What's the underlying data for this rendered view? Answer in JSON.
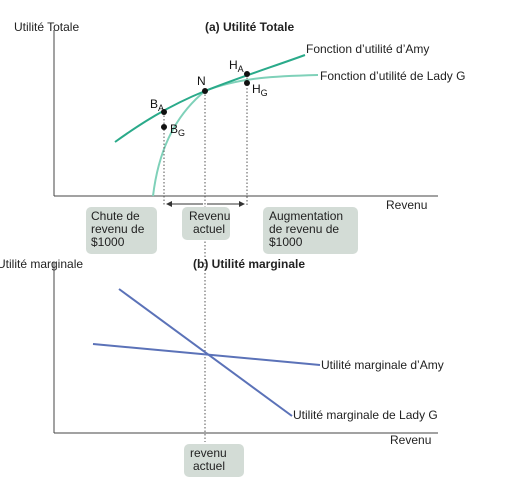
{
  "top": {
    "title": "(a) Utilité Totale",
    "y_label": "Utilité Totale",
    "x_label": "Revenu",
    "curve_amy": "Fonction d’utilité d’Amy",
    "curve_ladyg": "Fonction d’utilité de Lady G",
    "point_n": "N",
    "point_ba": "B",
    "point_ba_sub": "A",
    "point_bg": "B",
    "point_bg_sub": "G",
    "point_ha": "H",
    "point_ha_sub": "A",
    "point_hg": "H",
    "point_hg_sub": "G",
    "box_left": [
      "Chute de",
      "revenu de",
      "$1000"
    ],
    "box_mid": [
      "Revenu",
      "actuel"
    ],
    "box_right": [
      "Augmentation",
      "de revenu de",
      "$1000"
    ]
  },
  "bottom": {
    "title": "(b) Utilité marginale",
    "y_label": "Utilité marginale",
    "x_label": "Revenu",
    "line_amy": "Utilité marginale d’Amy",
    "line_ladyg": "Utilité marginale de Lady G",
    "box_mid": [
      "revenu",
      "actuel"
    ]
  },
  "colors": {
    "amy_curve": "#2aaa8a",
    "ladyg_curve": "#7fd1b9",
    "mu_lines": "#5b72b8",
    "label_box": "#d3dcd6"
  }
}
